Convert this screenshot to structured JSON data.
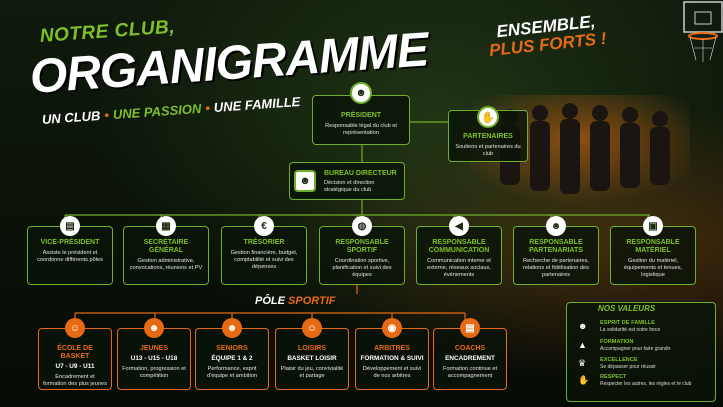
{
  "header": {
    "title_small": "NOTRE CLUB,",
    "title_big": "ORGANIGRAMME",
    "tagline": [
      "UN CLUB",
      "UNE PASSION",
      "UNE FAMILLE"
    ],
    "slogan_line1": "ENSEMBLE,",
    "slogan_line2": "PLUS FORTS !"
  },
  "president": {
    "title": "PRÉSIDENT",
    "desc": "Responsable légal du club et représentation",
    "icon": "people-icon"
  },
  "partners": {
    "title": "PARTENAIRES",
    "desc": "Soutiens et partenaires du club",
    "icon": "handshake-icon"
  },
  "bureau": {
    "title": "BUREAU DIRECTEUR",
    "desc": "Décision et direction stratégique du club",
    "icon": "group-icon"
  },
  "roles": [
    {
      "title": "VICE-PRÉSIDENT",
      "desc": "Assiste le président et coordonne différents pôles",
      "icon": "clipboard-icon",
      "glyph": "▤"
    },
    {
      "title": "SECRÉTAIRE GÉNÉRAL",
      "desc": "Gestion administrative, convocations, réunions et PV",
      "icon": "document-icon",
      "glyph": "▦"
    },
    {
      "title": "TRÉSORIER",
      "desc": "Gestion financière, budget, comptabilité et suivi des dépenses",
      "icon": "euro-icon",
      "glyph": "€"
    },
    {
      "title": "RESPONSABLE SPORTIF",
      "desc": "Coordination sportive, planification et suivi des équipes",
      "icon": "basketball-icon",
      "glyph": "◍"
    },
    {
      "title": "RESPONSABLE COMMUNICATION",
      "desc": "Communication interne et externe, réseaux sociaux, événements",
      "icon": "megaphone-icon",
      "glyph": "◀"
    },
    {
      "title": "RESPONSABLE PARTENARIATS",
      "desc": "Recherche de partenaires, relations et fidélisation des partenaires",
      "icon": "people-icon",
      "glyph": "☻"
    },
    {
      "title": "RESPONSABLE MATÉRIEL",
      "desc": "Gestion du matériel, équipements et tenues, logistique",
      "icon": "jersey-icon",
      "glyph": "▣"
    }
  ],
  "pole": {
    "part1": "PÔLE",
    "part2": "SPORTIF"
  },
  "sport": [
    {
      "title": "ÉCOLE DE BASKET",
      "sub": "U7 - U9 - U11",
      "desc": "Encadrement et formation des plus jeunes",
      "icon": "child-icon",
      "glyph": "☺"
    },
    {
      "title": "JEUNES",
      "sub": "U13 - U15 - U18",
      "desc": "Formation, progression et compétition",
      "icon": "youth-icon",
      "glyph": "☻"
    },
    {
      "title": "SENIORS",
      "sub": "ÉQUIPE 1 & 2",
      "desc": "Performance, esprit d'équipe et ambition",
      "icon": "team-icon",
      "glyph": "☻"
    },
    {
      "title": "LOISIRS",
      "sub": "BASKET LOISIR",
      "desc": "Plaisir du jeu, convivialité et partage",
      "icon": "leisure-icon",
      "glyph": "☺"
    },
    {
      "title": "ARBITRES",
      "sub": "FORMATION & SUIVI",
      "desc": "Développement et suivi de nos arbitres",
      "icon": "whistle-icon",
      "glyph": "◉"
    },
    {
      "title": "COACHS",
      "sub": "ENCADREMENT",
      "desc": "Formation continue et accompagnement",
      "icon": "clipboard-icon",
      "glyph": "▤"
    }
  ],
  "values": {
    "title": "NOS VALEURS",
    "items": [
      {
        "title": "ESPRIT DE FAMILLE",
        "desc": "La solidarité est notre force",
        "icon": "family-icon",
        "glyph": "☻"
      },
      {
        "title": "FORMATION",
        "desc": "Accompagner pour faire grandir",
        "icon": "graduation-icon",
        "glyph": "▲"
      },
      {
        "title": "EXCELLENCE",
        "desc": "Se dépasser pour réussir",
        "icon": "trophy-icon",
        "glyph": "♛"
      },
      {
        "title": "RESPECT",
        "desc": "Respecter les autres, les règles et le club",
        "icon": "handshake-icon",
        "glyph": "✋"
      }
    ]
  },
  "colors": {
    "green": "#7ec02a",
    "orange": "#e66a14",
    "background": "#0a1108"
  }
}
